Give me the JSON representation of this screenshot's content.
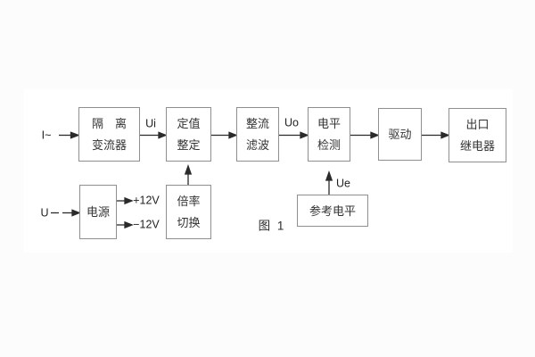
{
  "figure": {
    "caption": "图 1",
    "boxes": {
      "isolation_transformer": {
        "line1": "隔　离",
        "line2": "变流器"
      },
      "setpoint": {
        "line1": "定值",
        "line2": "整定"
      },
      "rectifier_filter": {
        "line1": "整流",
        "line2": "滤波"
      },
      "level_detector": {
        "line1": "电平",
        "line2": "检测"
      },
      "driver": {
        "line1": "驱动"
      },
      "output_relay": {
        "line1": "出口",
        "line2": "继电器"
      },
      "power_supply": {
        "line1": "电源"
      },
      "ratio_switch": {
        "line1": "倍率",
        "line2": "切换"
      },
      "reference_level": {
        "line1": "参考电平"
      }
    },
    "labels": {
      "input_current": "I~",
      "ui": "Ui",
      "uo": "Uo",
      "ue": "Ue",
      "input_voltage": "U",
      "rail_positive": "+12V",
      "rail_negative": "−12V"
    },
    "colors": {
      "background": "#fcfcfc",
      "panel": "#ffffff",
      "box_border": "#8f8f8f",
      "text": "#333333",
      "arrow": "#2b2b2b"
    }
  }
}
